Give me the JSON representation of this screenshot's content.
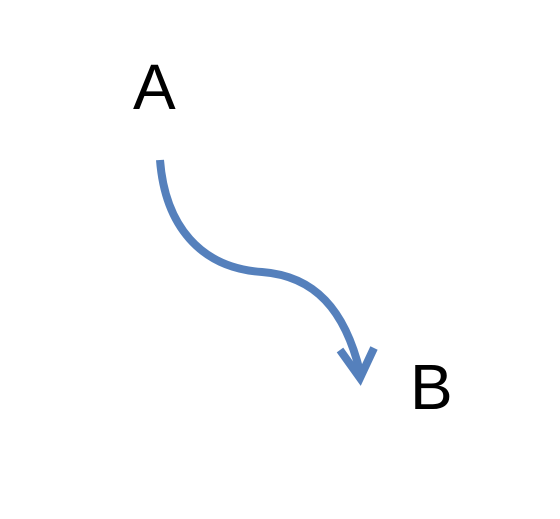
{
  "diagram": {
    "nodes": [
      {
        "id": "A",
        "label": "A"
      },
      {
        "id": "B",
        "label": "B"
      }
    ],
    "edges": [
      {
        "from": "A",
        "to": "B",
        "style": "curved-arrow"
      }
    ],
    "colors": {
      "arrow": "#5580BC",
      "text": "#000000",
      "background": "#FFFFFF"
    }
  }
}
